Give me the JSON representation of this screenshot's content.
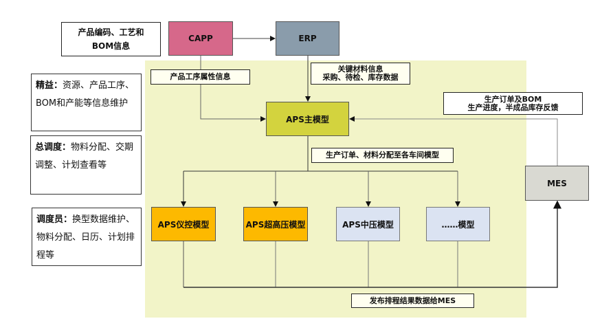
{
  "diagram": {
    "top_source": {
      "line1": "产品编码、工艺和",
      "line2": "BOM信息"
    },
    "nodes": {
      "capp": "CAPP",
      "erp": "ERP",
      "aps_main": "APS主模型",
      "mes": "MES",
      "aps_yikong": "APS仪控模型",
      "aps_chaogaoya": "APS超高压模型",
      "aps_zhongya": "APS中压模型",
      "aps_other": "……模型"
    },
    "labels": {
      "process_attr": "产品工序属性信息",
      "key_material_line1": "关键材料信息",
      "key_material_line2": "采购、待检、库存数据",
      "mes_feedback_line1": "生产订单及BOM",
      "mes_feedback_line2": "生产进度，半成品库存反馈",
      "dispatch": "生产订单、材料分配至各车间模型",
      "publish": "发布排程结果数据给MES"
    },
    "roles": [
      {
        "title": "精益：",
        "text": "资源、产品工序、BOM和产能等信息维护"
      },
      {
        "title": "总调度：",
        "text": "物料分配、交期调整、计划查看等"
      },
      {
        "title": "调度员：",
        "text": "换型数据维护、物料分配、日历、计划排程等"
      }
    ],
    "colors": {
      "capp": "#d6688a",
      "erp": "#8a9cab",
      "aps_main": "#d3d33e",
      "mes": "#d9d9d2",
      "aps_orange": "#fdb900",
      "aps_blue": "#dbe3f2",
      "region": "#f2f4c8"
    }
  }
}
